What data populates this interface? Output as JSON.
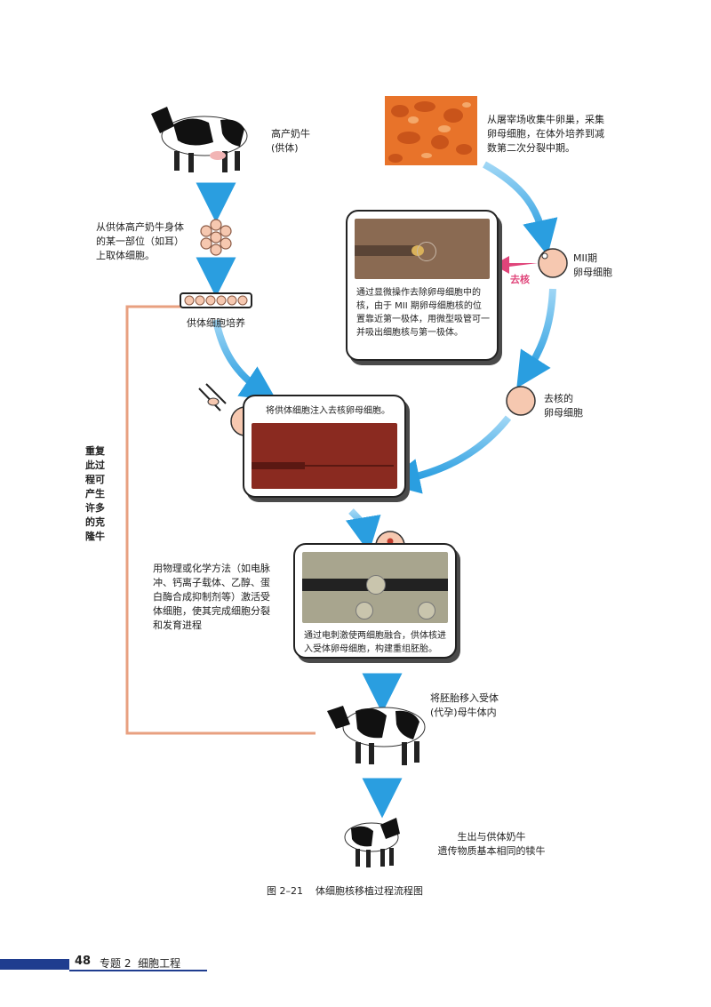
{
  "labels": {
    "donor_cow": "高产奶牛\n(供体)",
    "ovary_collect": "从屠宰场收集牛卵巢，采集\n卵母细胞，在体外培养到减\n数第二次分裂中期。",
    "take_cells": "从供体高产奶牛身体\n的某一部位（如耳）\n上取体细胞。",
    "mii_oocyte": "MII期\n卵母细胞",
    "enucleate_tag": "去核",
    "culture": "供体细胞培养",
    "enucleated_oocyte": "去核的\n卵母细胞",
    "repeat": "重复\n此过\n程可\n产生\n许多\n的克\n隆牛",
    "activate": "用物理或化学方法（如电脉\n冲、钙离子载体、乙醇、蛋\n白酶合成抑制剂等）激活受\n体细胞，使其完成细胞分裂\n和发育进程",
    "transfer": "将胚胎移入受体\n(代孕)母牛体内",
    "born": "生出与供体奶牛\n遗传物质基本相同的犊牛"
  },
  "panels": {
    "enucleation": "通过显微操作去除卵母细胞中的核，由于 MII 期卵母细胞核的位置靠近第一极体，用微型吸管可一并吸出细胞核与第一极体。",
    "inject": "将供体细胞注入去核卵母细胞。",
    "fusion": "通过电刺激使两细胞融合，供体核进入受体卵母细胞，构建重组胚胎。"
  },
  "caption": "图 2–21    体细胞核移植过程流程图",
  "footer": {
    "page_number": "48",
    "chapter": "专题 2  细胞工程"
  },
  "colors": {
    "arrow_blue": "#2a9ee0",
    "loop_orange": "#e8a080",
    "cell_fill": "#f6c8b0",
    "pink_arrow": "#e0457a",
    "ovary_orange": "#e8732a",
    "micro_brown": "#8a6a52",
    "micro_red": "#8a2a20",
    "micro_gray": "#a8a58e",
    "footer_blue": "#1f3d8f"
  }
}
